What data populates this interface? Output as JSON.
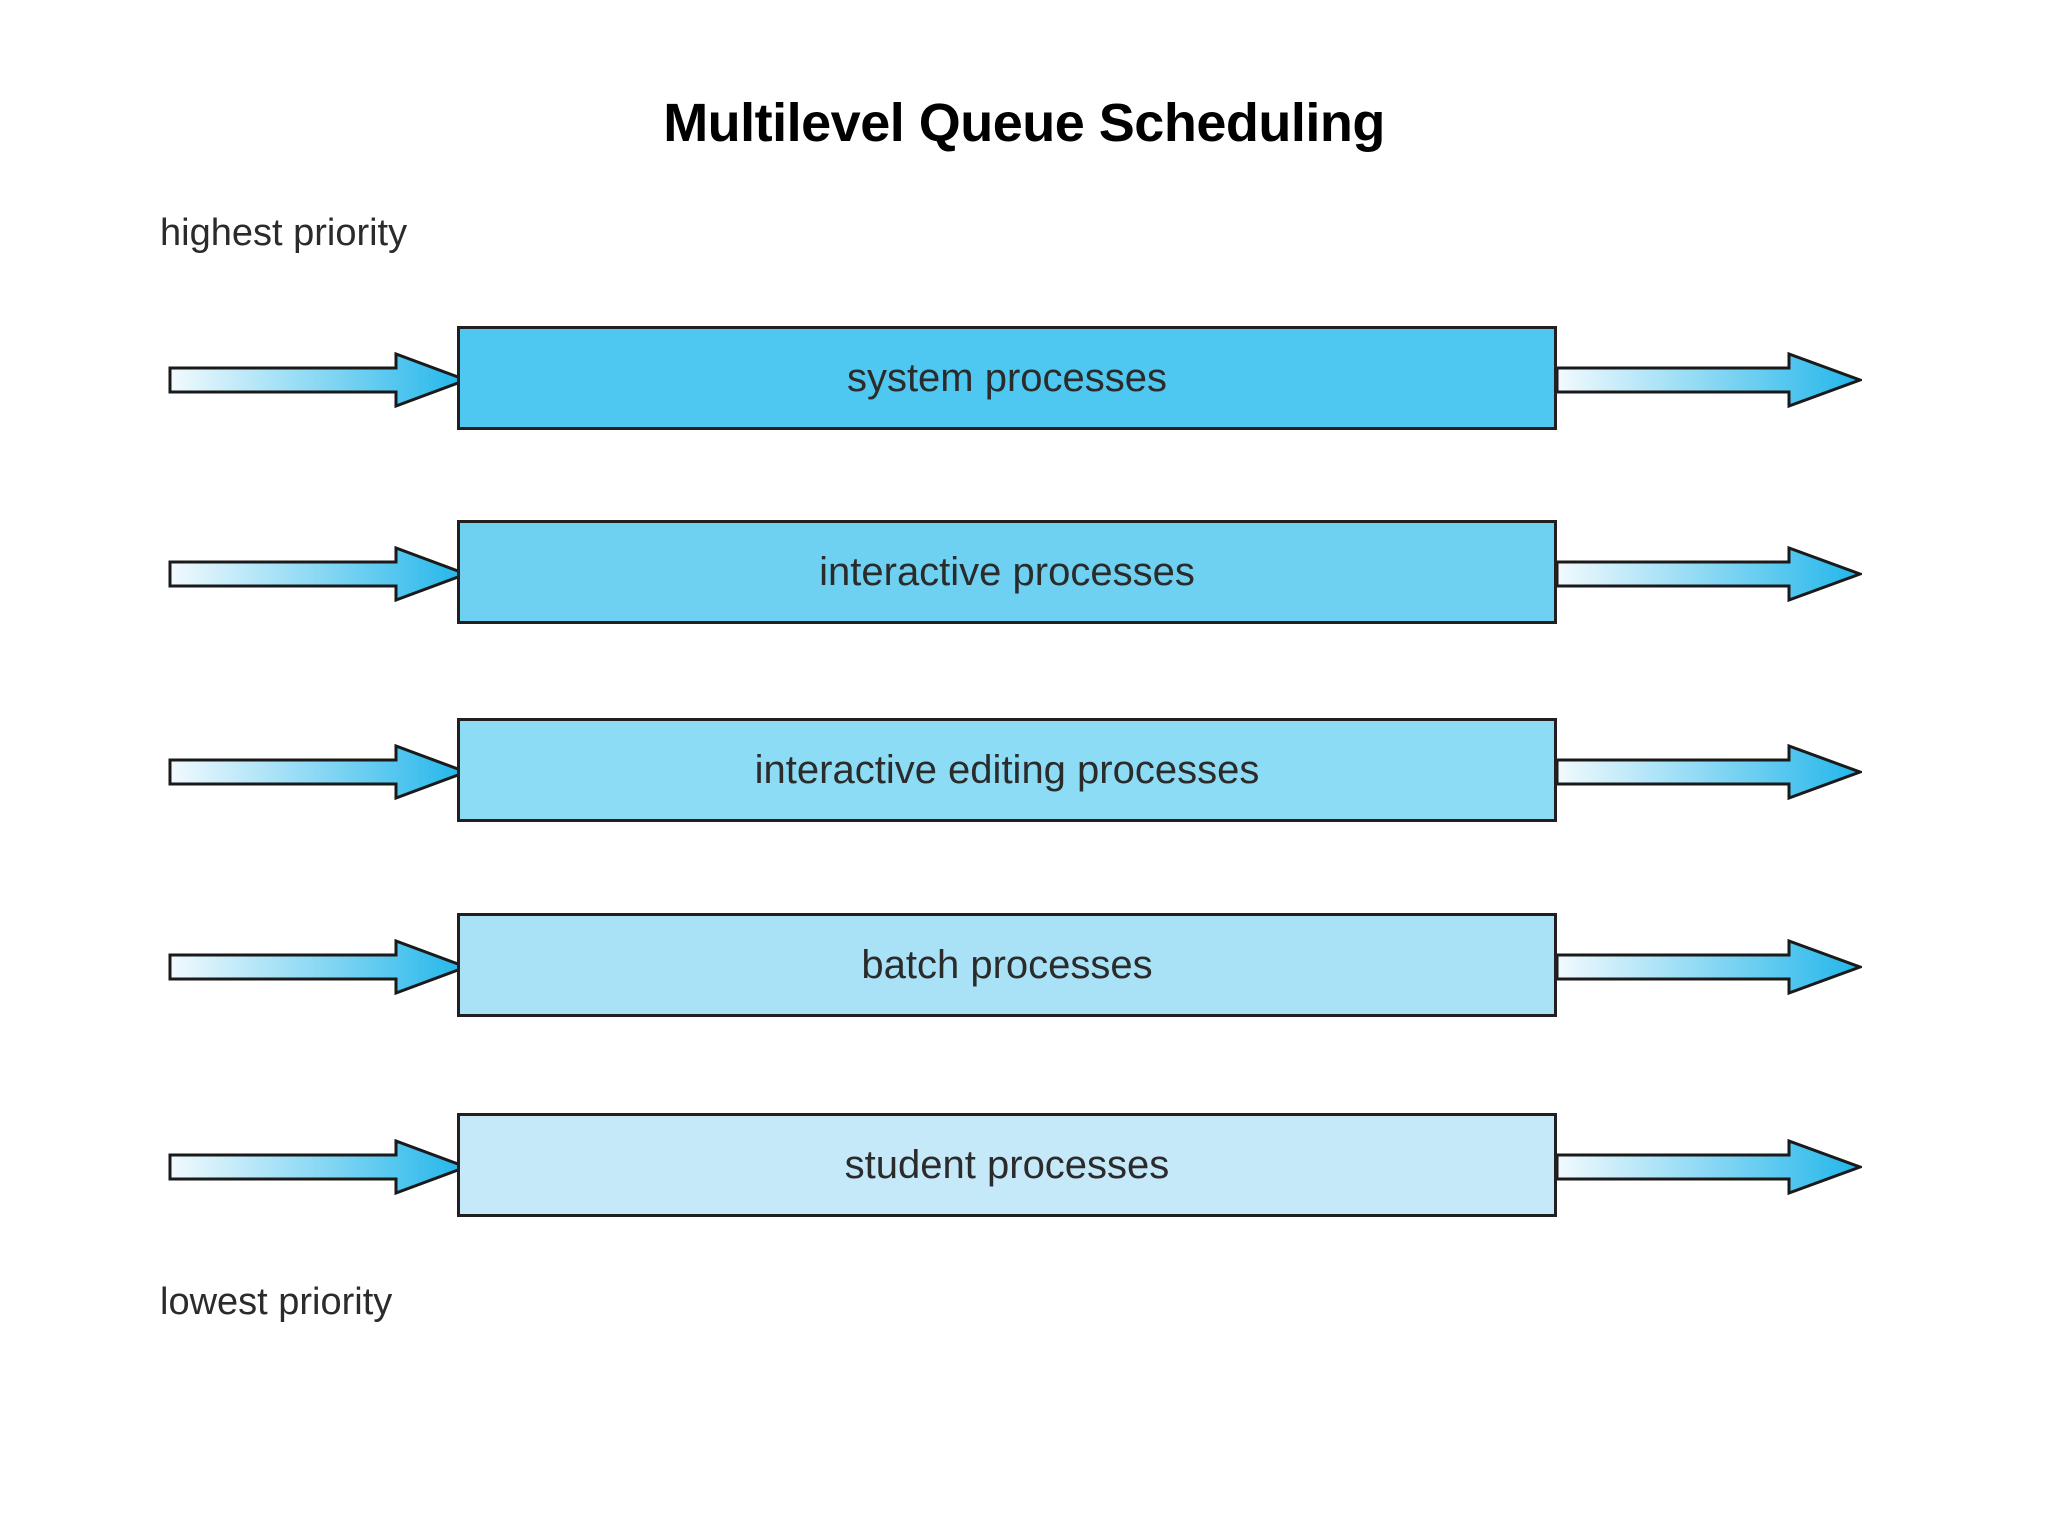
{
  "title": "Multilevel Queue Scheduling",
  "labels": {
    "highest": "highest priority",
    "lowest": "lowest priority"
  },
  "colors": {
    "box_border": "#231f20",
    "text": "#2b2b2b",
    "arrow_gradient_start": "#f2fafe",
    "arrow_gradient_end": "#22b6ea",
    "arrow_outline": "#1a1a1a",
    "background": "#ffffff"
  },
  "queues": [
    {
      "label": "system processes",
      "fill": "#4ec8f0",
      "priority": 1
    },
    {
      "label": "interactive processes",
      "fill": "#6ed1f2",
      "priority": 2
    },
    {
      "label": "interactive editing processes",
      "fill": "#8ddcf5",
      "priority": 3
    },
    {
      "label": "batch processes",
      "fill": "#a9e2f7",
      "priority": 4
    },
    {
      "label": "student processes",
      "fill": "#c6e9fa",
      "priority": 5
    }
  ]
}
